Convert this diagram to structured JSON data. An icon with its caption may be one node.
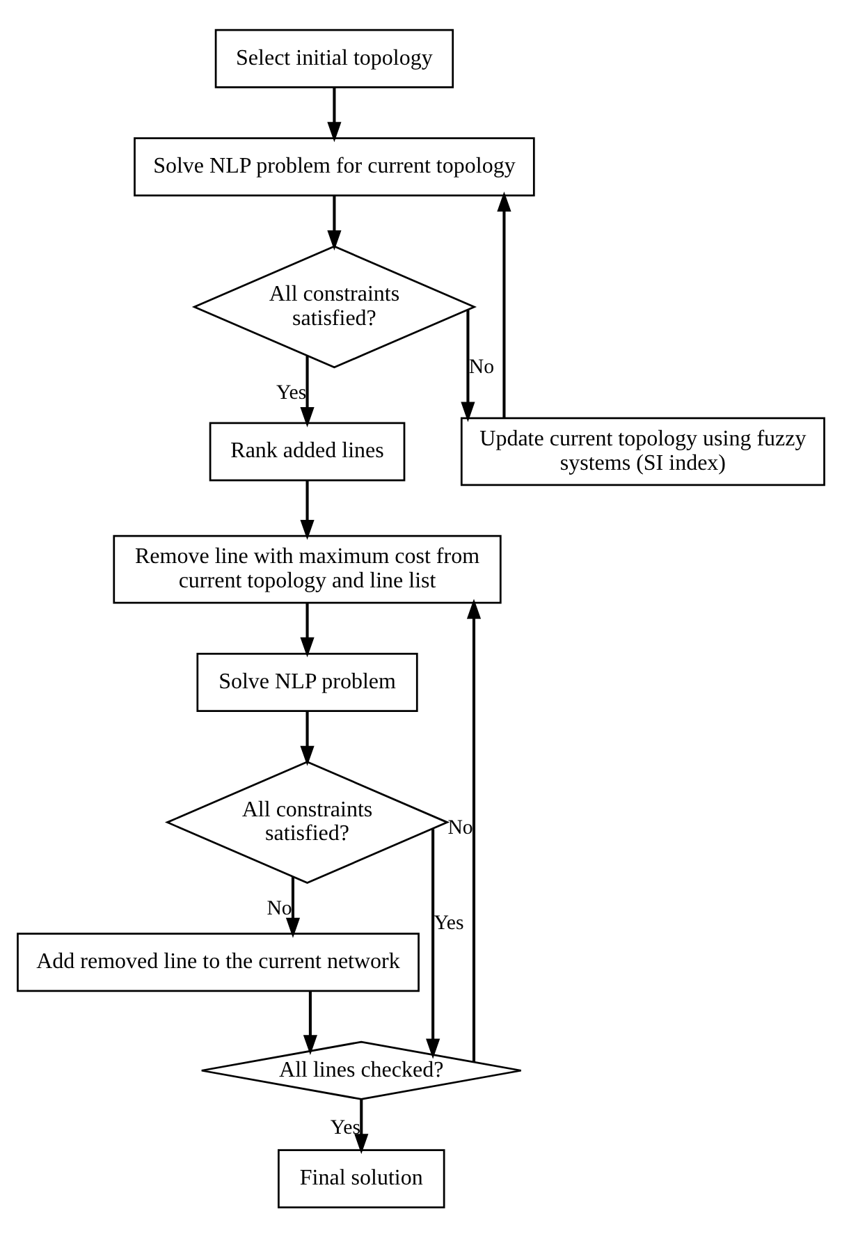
{
  "diagram": {
    "nodes": [
      {
        "text": [
          "Select initial topology"
        ]
      },
      {
        "text": [
          "Solve NLP problem for current topology"
        ]
      },
      {
        "text": [
          "All constraints satisfied?"
        ]
      },
      {
        "text": [
          "Rank added lines"
        ]
      },
      {
        "text": [
          "Update current topology using fuzzy systems (SI index)"
        ]
      },
      {
        "text": [
          "Remove line with maximum cost from current topology and line list"
        ]
      },
      {
        "text": [
          "Solve NLP problem"
        ]
      },
      {
        "text": [
          "All constraints satisfied?"
        ]
      },
      {
        "text": [
          "Add removed line to the current network"
        ]
      },
      {
        "text": [
          "All lines checked?"
        ]
      },
      {
        "text": [
          "Final solution"
        ]
      }
    ],
    "edges": [
      {
        "from": 0,
        "to": 1,
        "arrow": "to"
      },
      {
        "from": 1,
        "to": 2,
        "arrow": "to"
      },
      {
        "from": 2,
        "to": 3,
        "arrow": "to",
        "label": "Yes"
      },
      {
        "from": 2,
        "to": 4,
        "arrow": "to",
        "label": "No"
      },
      {
        "from": 4,
        "to": 1,
        "arrow": "to"
      },
      {
        "from": 3,
        "to": 5,
        "arrow": "to"
      },
      {
        "from": 5,
        "to": 6,
        "arrow": "to"
      },
      {
        "from": 6,
        "to": 7,
        "arrow": "to"
      },
      {
        "from": 7,
        "to": 8,
        "arrow": "to",
        "label": "No"
      },
      {
        "from": 7,
        "to": 9,
        "arrow": "to",
        "label": "Yes"
      },
      {
        "from": 8,
        "to": 9,
        "arrow": "to"
      },
      {
        "from": 9,
        "to": 5,
        "arrow": "to",
        "label": "No"
      },
      {
        "from": 9,
        "to": 10,
        "arrow": "to",
        "label": "Yes"
      }
    ]
  }
}
